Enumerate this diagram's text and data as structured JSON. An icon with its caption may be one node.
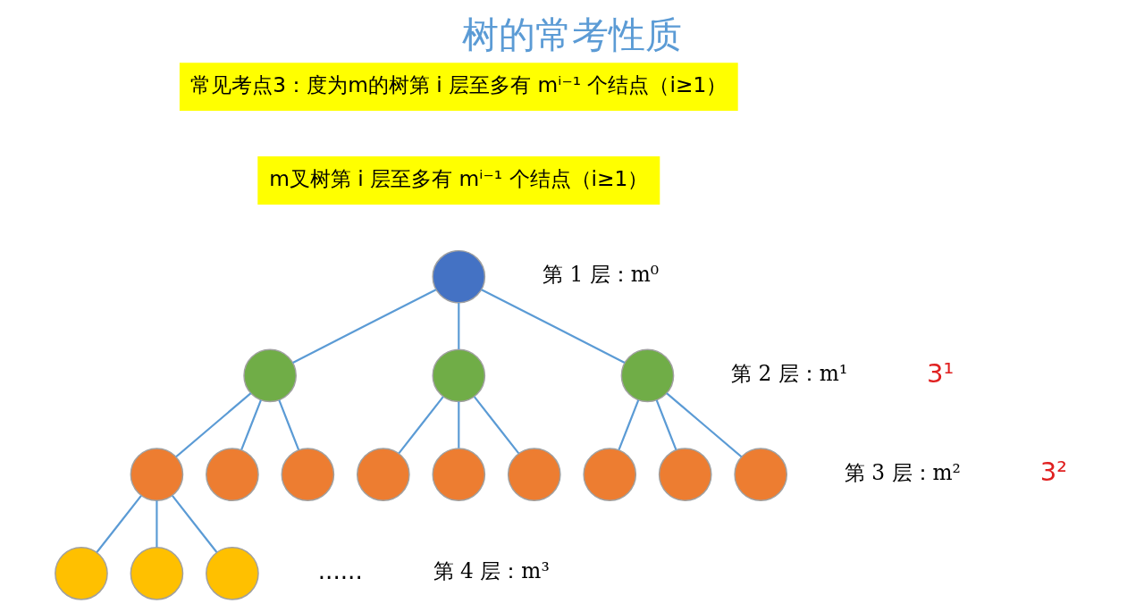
{
  "diagram": {
    "title": "树的常考性质",
    "nodes": [
      {
        "text": [],
        "shape": "circle"
      },
      {
        "text": [],
        "shape": "circle"
      },
      {
        "text": [],
        "shape": "circle"
      },
      {
        "text": [],
        "shape": "circle"
      },
      {
        "text": [],
        "shape": "circle"
      },
      {
        "text": [],
        "shape": "circle"
      },
      {
        "text": [],
        "shape": "circle"
      },
      {
        "text": [],
        "shape": "circle"
      },
      {
        "text": [],
        "shape": "circle"
      },
      {
        "text": [],
        "shape": "circle"
      },
      {
        "text": [],
        "shape": "circle"
      },
      {
        "text": [],
        "shape": "circle"
      },
      {
        "text": [],
        "shape": "circle"
      },
      {
        "text": [],
        "shape": "circle"
      },
      {
        "text": [],
        "shape": "circle"
      },
      {
        "text": [],
        "shape": "circle"
      }
    ],
    "edges": [
      {
        "from": 0,
        "to": 1,
        "arrow": "none"
      },
      {
        "from": 0,
        "to": 2,
        "arrow": "none"
      },
      {
        "from": 0,
        "to": 3,
        "arrow": "none"
      },
      {
        "from": 1,
        "to": 4,
        "arrow": "none"
      },
      {
        "from": 1,
        "to": 5,
        "arrow": "none"
      },
      {
        "from": 1,
        "to": 6,
        "arrow": "none"
      },
      {
        "from": 2,
        "to": 7,
        "arrow": "none"
      },
      {
        "from": 2,
        "to": 8,
        "arrow": "none"
      },
      {
        "from": 2,
        "to": 9,
        "arrow": "none"
      },
      {
        "from": 3,
        "to": 10,
        "arrow": "none"
      },
      {
        "from": 3,
        "to": 11,
        "arrow": "none"
      },
      {
        "from": 3,
        "to": 12,
        "arrow": "none"
      },
      {
        "from": 4,
        "to": 13,
        "arrow": "none"
      },
      {
        "from": 4,
        "to": 14,
        "arrow": "none"
      },
      {
        "from": 4,
        "to": 15,
        "arrow": "none"
      }
    ],
    "labels": [
      "常见考点3：度为m的树第 i 层至多有 mⁱ⁻¹ 个结点（i≥1）",
      "m叉树第 i 层至多有 mⁱ⁻¹ 个结点（i≥1）",
      "第 1 层：m⁰",
      "第 2 层：m¹",
      "3¹",
      "第 3 层：m²",
      "3²",
      "......",
      "第 4 层：m³"
    ]
  }
}
